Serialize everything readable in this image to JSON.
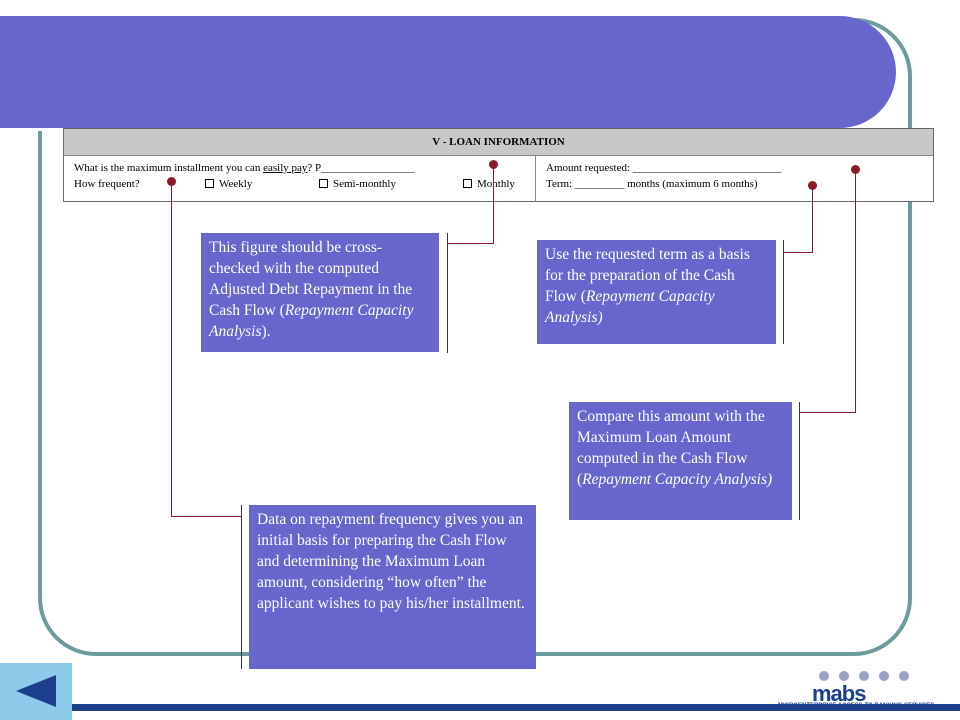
{
  "form": {
    "title": "V - LOAN INFORMATION",
    "q1_a": "What is the maximum installment you can ",
    "q1_b": "easily pay",
    "q1_c": "? P_________________",
    "q2": "How frequent?",
    "opt_weekly": "Weekly",
    "opt_semimonthly": "Semi-monthly",
    "opt_monthly": "Monthly",
    "amount": "Amount requested: ___________________________",
    "term": "Term: _________ months (maximum 6 months)"
  },
  "callouts": {
    "c1_text": "This figure should be cross-checked with the computed Adjusted Debt Repayment in the Cash Flow (",
    "c1_italic": "Repayment Capacity Analysis",
    "c1_end": ").",
    "c2_text": "Use the requested term as a basis for the preparation of the Cash Flow (",
    "c2_italic": "Repayment Capacity Analysis)",
    "c3_text": "Compare this amount with the Maximum Loan Amount computed in the Cash Flow (",
    "c3_italic": "Repayment Capacity Analysis)",
    "c4_text": "Data on repayment frequency gives you an initial basis for preparing the Cash Flow and determining the Maximum Loan amount, considering “how often” the applicant wishes to pay his/her installment."
  },
  "logo": {
    "name": "mabs",
    "tagline": "MICROENTERPRISE ACCESS TO BANKING SERVICES"
  },
  "colors": {
    "banner": "#6666cc",
    "frame": "#6c9b9b",
    "callout": "#6666cc",
    "connector": "#8b1a2b",
    "nav": "#8ecbea",
    "brand": "#1b3f8a"
  },
  "icons": {
    "back": "back-arrow-icon",
    "logo_circles": "logo-circles-icon"
  }
}
